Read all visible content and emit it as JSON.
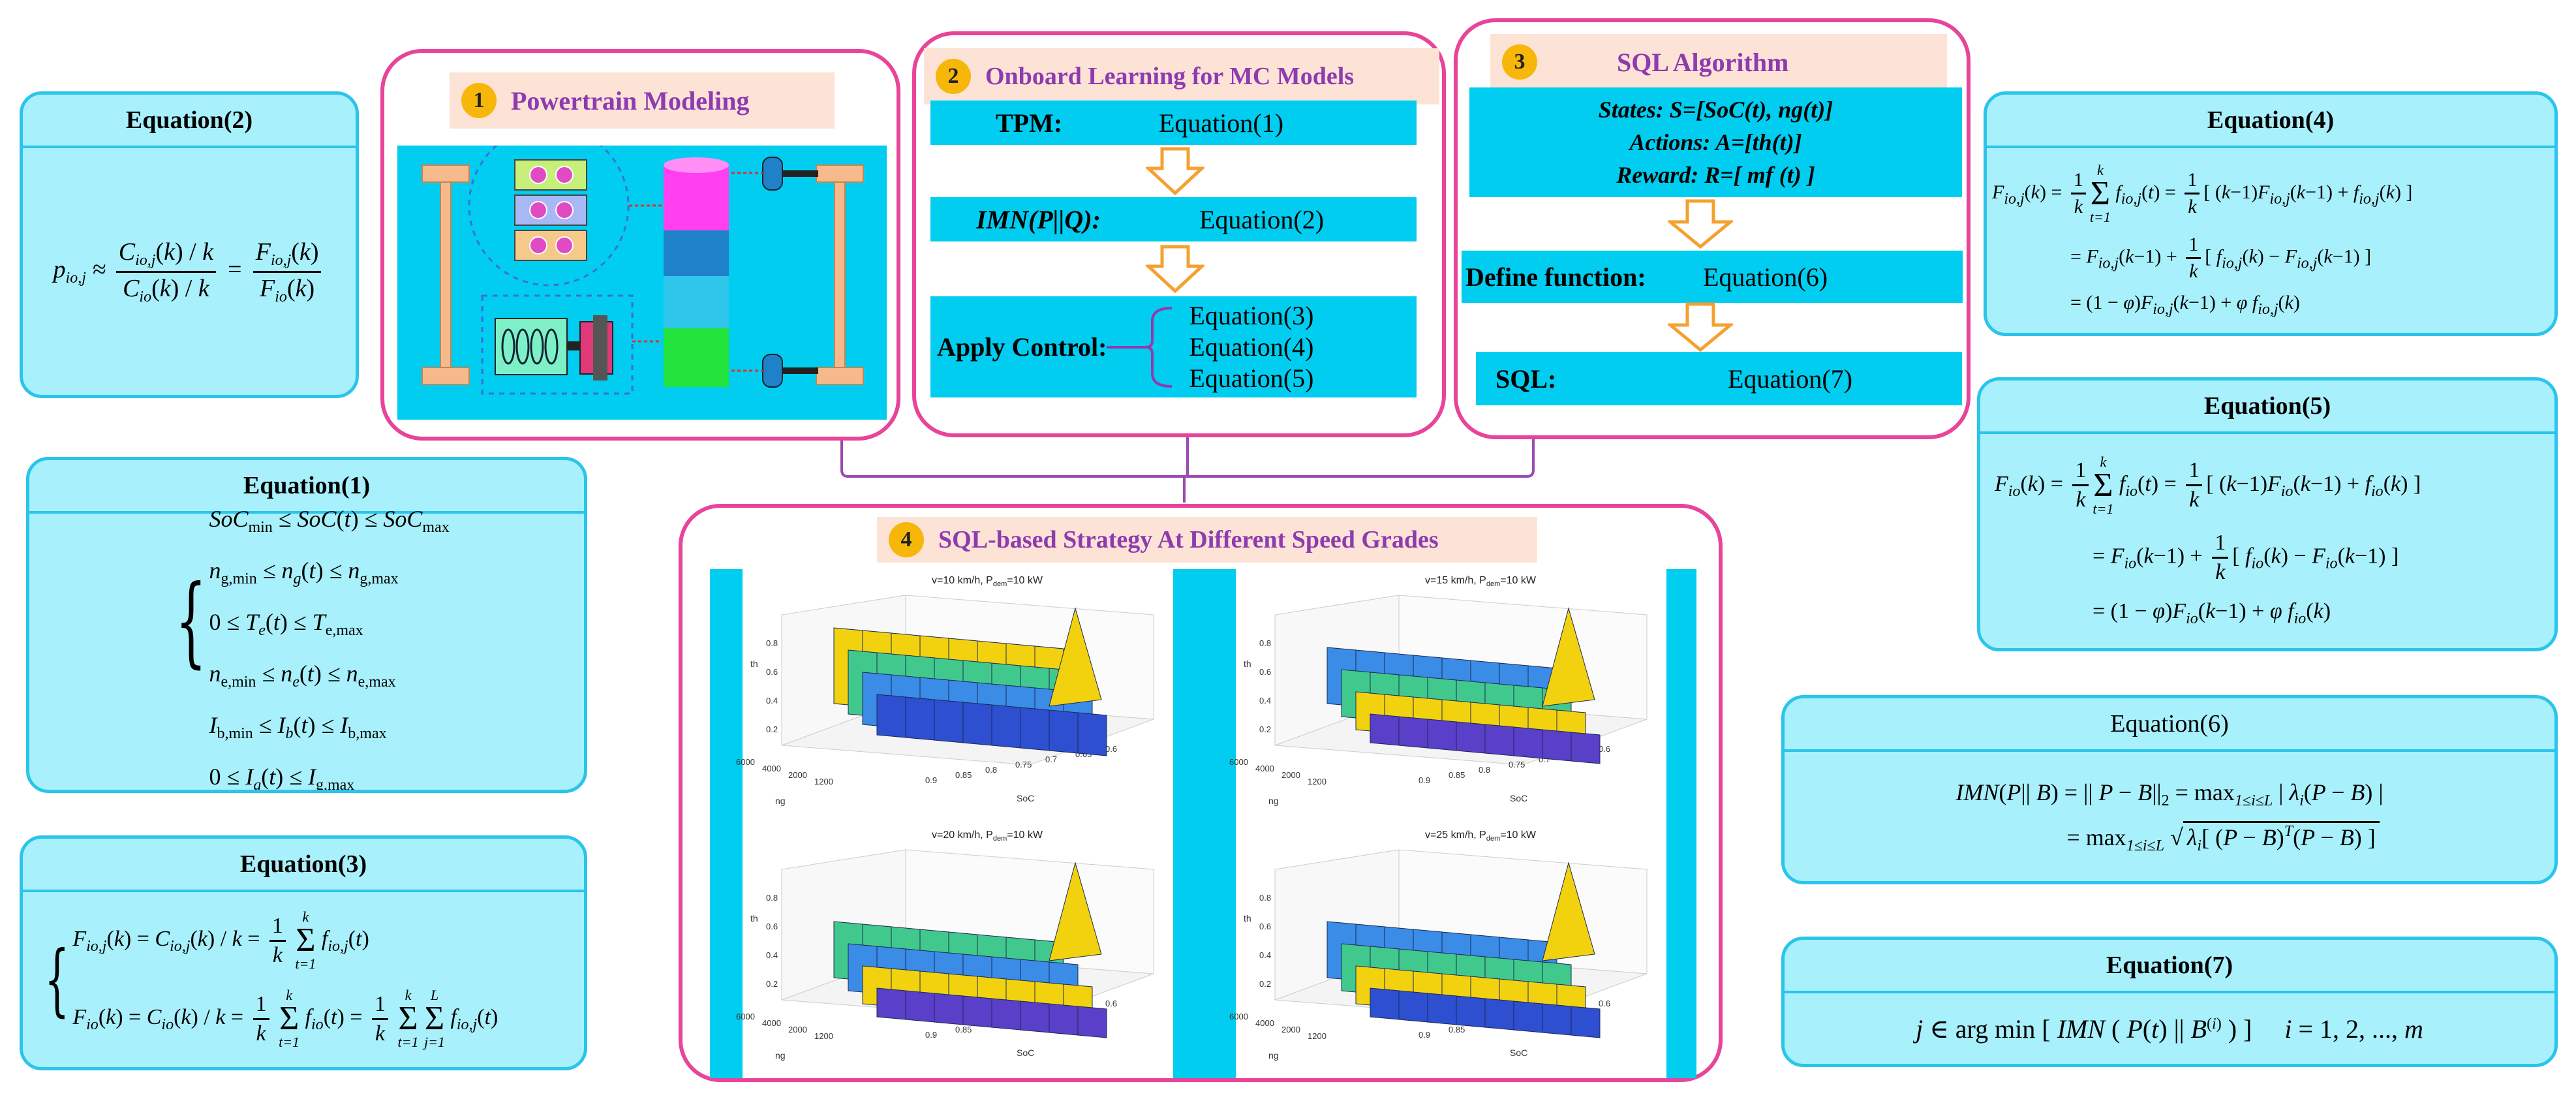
{
  "eq2": {
    "title": "Equation(2)"
  },
  "eq1": {
    "title": "Equation(1)"
  },
  "eq3": {
    "title": "Equation(3)"
  },
  "eq4": {
    "title": "Equation(4)"
  },
  "eq5": {
    "title": "Equation(5)"
  },
  "eq6": {
    "title": "Equation(6)"
  },
  "eq7": {
    "title": "Equation(7)"
  },
  "panel1": {
    "number": "1",
    "title": "Powertrain Modeling"
  },
  "panel2": {
    "number": "2",
    "title": "Onboard Learning for MC Models",
    "rows": [
      {
        "label": "TPM:",
        "value": "Equation(1)"
      },
      {
        "label": "IMN(P||Q):",
        "value": "Equation(2)"
      },
      {
        "label": "Apply Control:",
        "values": [
          "Equation(3)",
          "Equation(4)",
          "Equation(5)"
        ]
      }
    ]
  },
  "panel3": {
    "number": "3",
    "title": "SQL Algorithm",
    "states": "States: S=[SoC(t), ng(t)]",
    "actions": "Actions: A=[th(t)]",
    "reward": "Reward: R=[ mf (t) ]",
    "define_label": "Define function:",
    "define_value": "Equation(6)",
    "sql_label": "SQL:",
    "sql_value": "Equation(7)"
  },
  "panel4": {
    "number": "4",
    "title": "SQL-based Strategy At Different Speed Grades"
  },
  "plots": [
    {
      "title": "v=10 km/h, P",
      "sub": "dem",
      "title2": "=10 kW"
    },
    {
      "title": "v=15 km/h, P",
      "sub": "dem",
      "title2": "=10 kW"
    },
    {
      "title": "v=20 km/h, P",
      "sub": "dem",
      "title2": "=10 kW"
    },
    {
      "title": "v=25 km/h, P",
      "sub": "dem",
      "title2": "=10 kW"
    }
  ],
  "plot_axes": {
    "z_label": "th",
    "z_ticks": [
      "0.2",
      "0.4",
      "0.6",
      "0.8"
    ],
    "ng_label": "ng",
    "ng_ticks": [
      "1200",
      "2000",
      "4000",
      "6000"
    ],
    "soc_label": "SoC",
    "soc_ticks": [
      "0.9",
      "0.85",
      "0.8",
      "0.75",
      "0.7",
      "0.65",
      "0.6"
    ]
  },
  "colors": {
    "panel_border": "#e8449a",
    "bar": "#00cdef",
    "box_fill": "#a8f0fb",
    "box_border": "#2bc4ea",
    "title_text": "#8e3bb0",
    "arrow": "#f5a030"
  }
}
